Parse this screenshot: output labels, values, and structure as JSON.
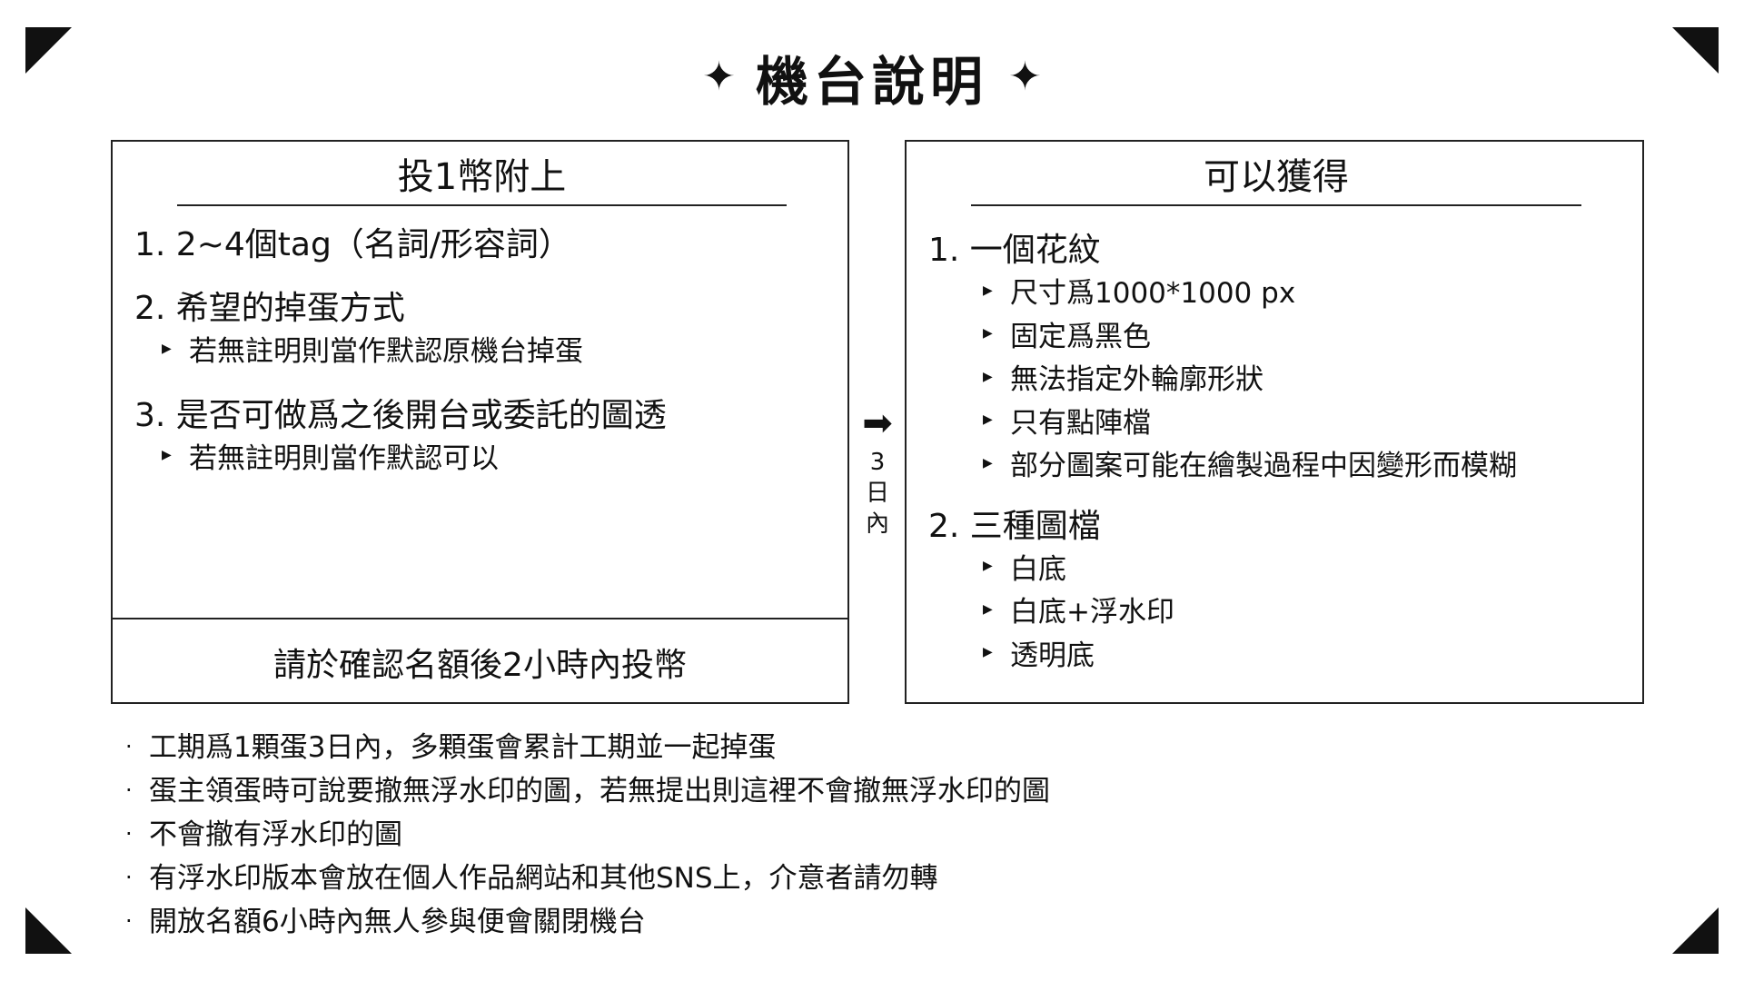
{
  "title": "機台說明",
  "title_star_icon": "star4-icon",
  "left_box": {
    "header": "投1幣附上",
    "items": [
      {
        "title": "1. 2~4個tag（名詞/形容詞）",
        "subs": []
      },
      {
        "title": "2. 希望的掉蛋方式",
        "subs": [
          "若無註明則當作默認原機台掉蛋"
        ]
      },
      {
        "title": "3. 是否可做爲之後開台或委託的圖透",
        "subs": [
          "若無註明則當作默認可以"
        ]
      }
    ],
    "footer": "請於確認名額後2小時內投幣"
  },
  "arrow": {
    "icon": "right-arrow-icon",
    "label_chars": [
      "3",
      "日",
      "內"
    ]
  },
  "right_box": {
    "header": "可以獲得",
    "items": [
      {
        "title": "1. 一個花紋",
        "subs": [
          "尺寸爲1000*1000 px",
          "固定爲黑色",
          "無法指定外輪廓形狀",
          "只有點陣檔",
          "部分圖案可能在繪製過程中因變形而模糊"
        ]
      },
      {
        "title": "2. 三種圖檔",
        "subs": [
          "白底",
          "白底+浮水印",
          "透明底"
        ]
      }
    ]
  },
  "notes": [
    "工期爲1顆蛋3日內，多顆蛋會累計工期並一起掉蛋",
    "蛋主領蛋時可說要撤無浮水印的圖，若無提出則這裡不會撤無浮水印的圖",
    "不會撤有浮水印的圖",
    "有浮水印版本會放在個人作品網站和其他SNS上，介意者請勿轉",
    "開放名額6小時內無人參與便會關閉機台"
  ]
}
